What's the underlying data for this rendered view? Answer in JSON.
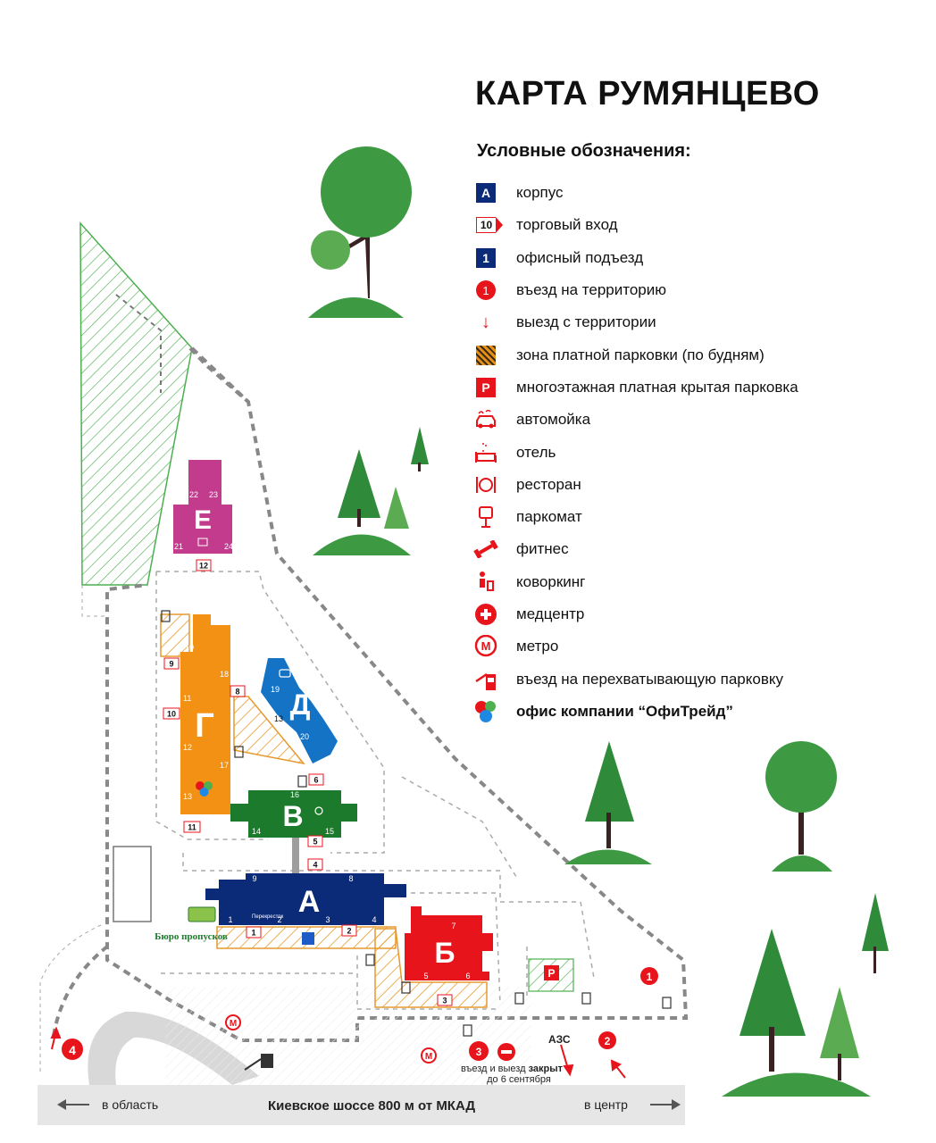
{
  "header": {
    "title": "КАРТА РУМЯНЦЕВО"
  },
  "legend": {
    "heading": "Условные обозначения:",
    "items": [
      {
        "icon": "corpus-square-icon",
        "symbol": "A",
        "label": "корпус"
      },
      {
        "icon": "retail-entrance-tag-icon",
        "symbol": "10",
        "label": "торговый вход"
      },
      {
        "icon": "office-entrance-square-icon",
        "symbol": "1",
        "label": "офисный подъезд"
      },
      {
        "icon": "entry-circle-icon",
        "symbol": "1",
        "label": "въезд на территорию"
      },
      {
        "icon": "exit-arrow-icon",
        "symbol": "↓",
        "label": "выезд с территории"
      },
      {
        "icon": "paid-parking-hatch-icon",
        "symbol": "",
        "label": "зона платной парковки (по будням)"
      },
      {
        "icon": "multilevel-parking-icon",
        "symbol": "P",
        "label": "многоэтажная платная крытая парковка"
      },
      {
        "icon": "car-wash-icon",
        "symbol": "",
        "label": "автомойка"
      },
      {
        "icon": "hotel-icon",
        "symbol": "",
        "label": "отель"
      },
      {
        "icon": "restaurant-icon",
        "symbol": "",
        "label": "ресторан"
      },
      {
        "icon": "parking-meter-icon",
        "symbol": "",
        "label": "паркомат"
      },
      {
        "icon": "fitness-icon",
        "symbol": "",
        "label": "фитнес"
      },
      {
        "icon": "coworking-icon",
        "symbol": "",
        "label": "коворкинг"
      },
      {
        "icon": "medical-center-icon",
        "symbol": "",
        "label": "медцентр"
      },
      {
        "icon": "metro-icon",
        "symbol": "М",
        "label": "метро"
      },
      {
        "icon": "park-and-ride-icon",
        "symbol": "",
        "label": "въезд на перехватывающую парковку"
      },
      {
        "icon": "company-logo-icon",
        "symbol": "",
        "label": "офис компании “ОфиТрейд”"
      }
    ]
  },
  "buildings": {
    "A": {
      "label": "А",
      "entrances": [
        "9",
        "8",
        "1",
        "2",
        "3",
        "4"
      ],
      "sublabel": "Перекресток"
    },
    "B": {
      "label": "Б",
      "entrances": [
        "7",
        "5",
        "6"
      ]
    },
    "V": {
      "label": "В",
      "entrances": [
        "16",
        "14",
        "15"
      ]
    },
    "G": {
      "label": "Г",
      "entrances": [
        "10",
        "18",
        "11",
        "12",
        "17",
        "13"
      ]
    },
    "D": {
      "label": "Д",
      "entrances": [
        "19",
        "13",
        "20"
      ]
    },
    "E": {
      "label": "Е",
      "entrances": [
        "22",
        "23",
        "21",
        "24"
      ]
    }
  },
  "retail_tags": [
    "12",
    "9",
    "8",
    "10",
    "6",
    "5",
    "4",
    "11",
    "1",
    "2",
    "3"
  ],
  "entries": [
    "1",
    "2",
    "3",
    "4"
  ],
  "labels": {
    "pass_office": "Бюро пропусков",
    "gas_station": "АЗС",
    "closed_note_1": "въезд и выезд ",
    "closed_note_bold": "закрыт",
    "closed_note_2": "до 6 сентября",
    "parking_symbol": "P"
  },
  "road": {
    "left": "в область",
    "center": "Киевское шоссе 800 м от МКАД",
    "right": "в центр"
  },
  "colors": {
    "corpus_blue": "#0b2a78",
    "red": "#e8141b",
    "orange": "#f29114",
    "green_building": "#1c7a2c",
    "blue_building": "#1473c4",
    "magenta": "#c23b8c",
    "tree_green": "#3d9a43",
    "hatch_green": "#4caf50",
    "hatch_orange": "#e69a2e",
    "road_gray": "#e6e6e6"
  }
}
